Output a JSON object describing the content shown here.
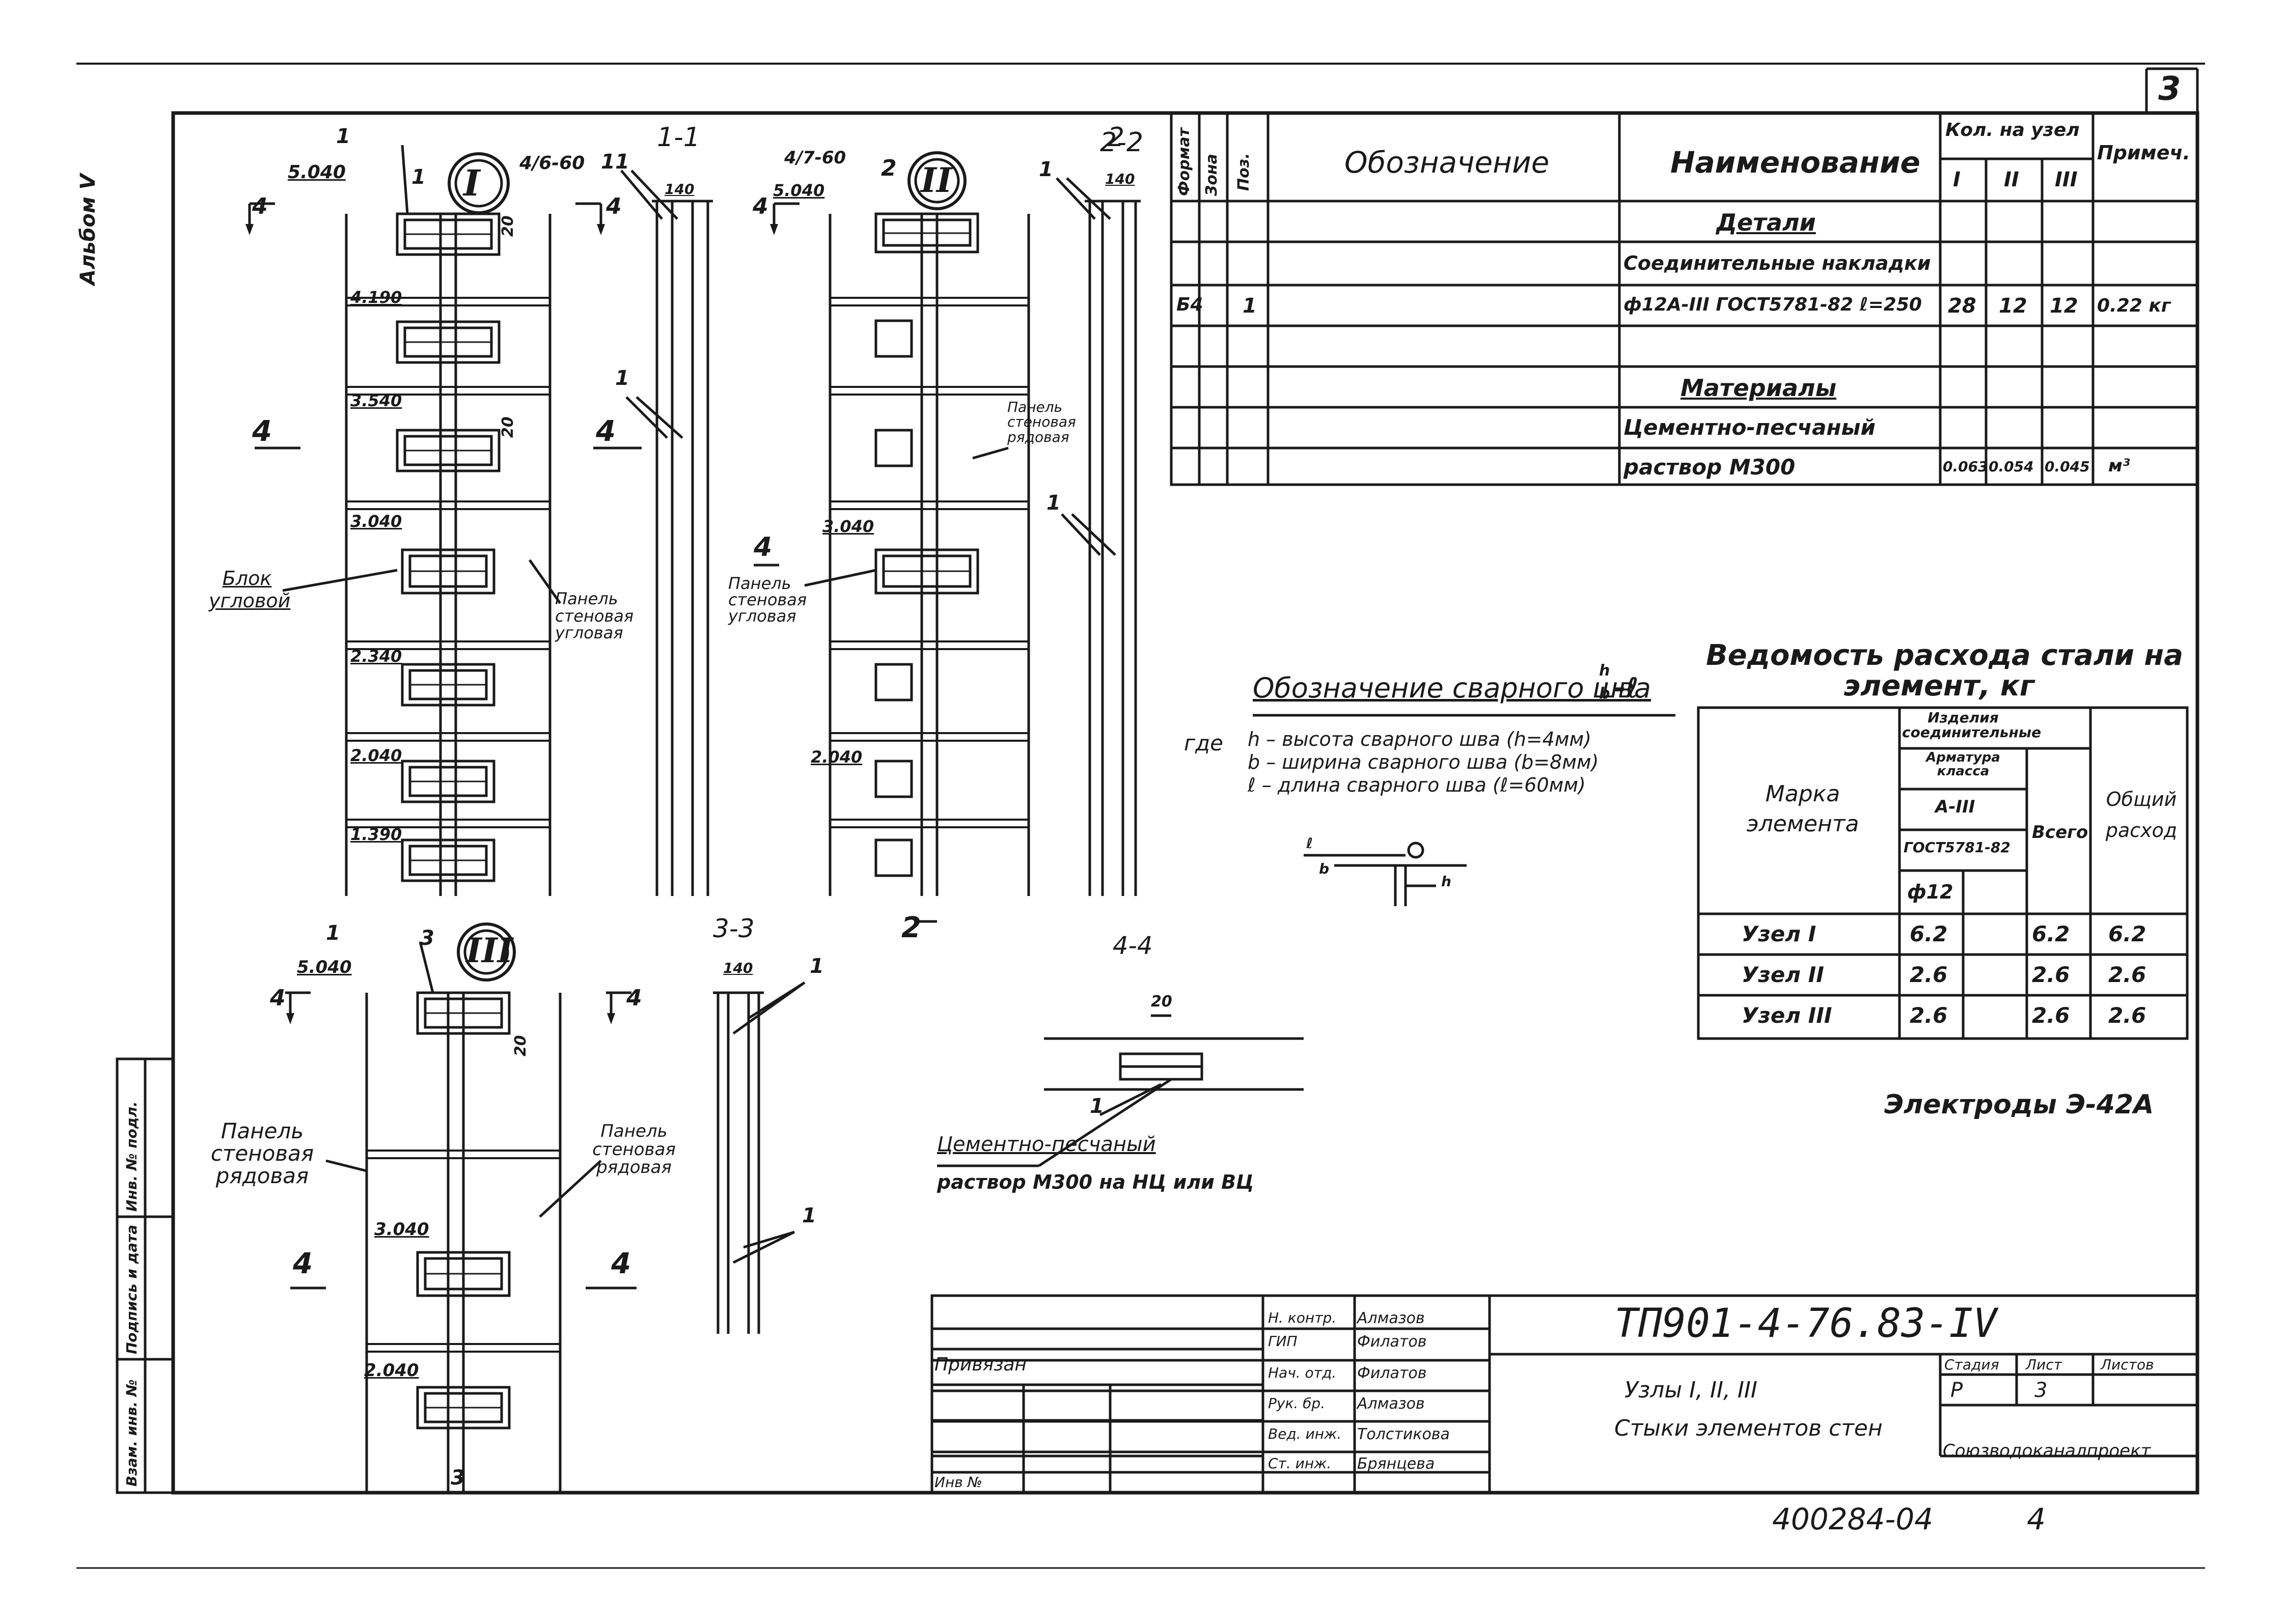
{
  "sheet": {
    "sheet_number": "3",
    "album_label": "Альбом V",
    "doc_code": "ТП901-4-76.83-IV",
    "title_line1": "Узлы I, II, III",
    "title_line2": "Стыки элементов стен",
    "organization": "Союзводоканалпроект",
    "stage_header": "Стадия",
    "sheet_header": "Лист",
    "sheets_header": "Листов",
    "stage_value": "Р",
    "sheet_value": "3",
    "privyazan_label": "Привязан",
    "inv_label": "Инв №",
    "archive_number": "400284-04",
    "archive_page": "4",
    "margin_labels": [
      "Инв. № подл.",
      "Подпись и дата",
      "Взам. инв. №"
    ]
  },
  "signatures": [
    {
      "role": "Н. контр.",
      "name": "Алмазов"
    },
    {
      "role": "ГИП",
      "name": "Филатов"
    },
    {
      "role": "Нач. отд.",
      "name": "Филатов"
    },
    {
      "role": "Рук. бр.",
      "name": "Алмазов"
    },
    {
      "role": "Вед. инж.",
      "name": "Толстикова"
    },
    {
      "role": "Ст. инж.",
      "name": "Брянцева"
    }
  ],
  "spec_table": {
    "headers": {
      "format": "Формат",
      "zone": "Зона",
      "pos": "Поз.",
      "designation": "Обозначение",
      "name": "Наименование",
      "qty_per_node": "Кол. на узел",
      "note": "Примеч.",
      "qty_cols": [
        "I",
        "II",
        "III"
      ]
    },
    "rows": [
      {
        "name": "Детали",
        "underline": true
      },
      {
        "name": "Соединительные накладки"
      },
      {
        "format": "Б4",
        "pos": "1",
        "name": "ф12А-III ГОСТ5781-82 ℓ=250",
        "q1": "28",
        "q2": "12",
        "q3": "12",
        "note": "0.22 кг"
      },
      {
        "name": "Материалы",
        "underline": true
      },
      {
        "name": "Цементно-песчаный"
      },
      {
        "name": "раствор М300",
        "q1": "0.063",
        "q2": "0.054",
        "q3": "0.045",
        "note": "м³"
      }
    ]
  },
  "weld_note": {
    "title": "Обозначение сварного шва",
    "fraction_num": "h",
    "fraction_den": "b",
    "fraction_suffix": "-ℓ",
    "where": "где",
    "lines": [
      "h – высота сварного шва (h=4мм)",
      "b – ширина сварного шва (b=8мм)",
      "ℓ – длина сварного шва (ℓ=60мм)"
    ],
    "sketch_labels": [
      "ℓ",
      "b",
      "h"
    ]
  },
  "steel_table": {
    "title_line1": "Ведомость расхода стали на",
    "title_line2": "элемент, кг",
    "header_mark": "Марка элемента",
    "header_group": "Изделия соединительные",
    "header_arm": "Арматура класса",
    "header_class": "А-III",
    "header_gost": "ГОСТ5781-82",
    "header_dia": "ф12",
    "header_total": "Всего",
    "header_general": "Общий расход",
    "rows": [
      {
        "mark": "Узел I",
        "d12": "6.2",
        "total": "6.2",
        "general": "6.2"
      },
      {
        "mark": "Узел II",
        "d12": "2.6",
        "total": "2.6",
        "general": "2.6"
      },
      {
        "mark": "Узел III",
        "d12": "2.6",
        "total": "2.6",
        "general": "2.6"
      }
    ]
  },
  "electrodes_note": "Электроды Э-42А",
  "node1": {
    "roman": "I",
    "weld_mark": "4/6-60",
    "elevations": [
      "5.040",
      "4.190",
      "3.540",
      "3.040",
      "2.340",
      "2.040",
      "1.390"
    ],
    "label_block": "Блок угловой",
    "label_panel": "Панель стеновая угловая",
    "dims": [
      "20",
      "20"
    ],
    "section_marks": [
      "4",
      "4",
      "4",
      "4"
    ],
    "leaders": [
      "1",
      "1",
      "1"
    ]
  },
  "node2": {
    "roman": "II",
    "weld_mark": "4/7-60",
    "elevations": [
      "5.040",
      "3.040",
      "2.040"
    ],
    "label_panel_row": "Панель стеновая рядовая",
    "label_panel_corner": "Панель стеновая угловая",
    "section_marks": [
      "4",
      "4"
    ],
    "cut_marks": [
      "2",
      "2"
    ],
    "leaders": [
      "2"
    ]
  },
  "node3": {
    "roman": "III",
    "elevations": [
      "5.040",
      "3.040",
      "2.040"
    ],
    "label_panel_left": "Панель стеновая рядовая",
    "label_panel_right": "Панель стеновая рядовая",
    "dims": [
      "20"
    ],
    "section_marks": [
      "4",
      "4",
      "4",
      "4"
    ],
    "cut_marks": [
      "3",
      "3"
    ],
    "leaders": [
      "1"
    ]
  },
  "section_1_1": {
    "title": "1-1",
    "width": "140",
    "leaders": [
      "1",
      "1"
    ]
  },
  "section_2_2": {
    "title": "2-2",
    "width": "140",
    "leaders": [
      "1",
      "1"
    ]
  },
  "section_3_3": {
    "title": "3-3",
    "width": "140",
    "leaders": [
      "1",
      "1"
    ]
  },
  "section_4_4": {
    "title": "4-4",
    "dim": "20",
    "leader": "1",
    "note_line1": "Цементно-песчаный",
    "note_line2": "раствор М300 на НЦ или ВЦ"
  }
}
